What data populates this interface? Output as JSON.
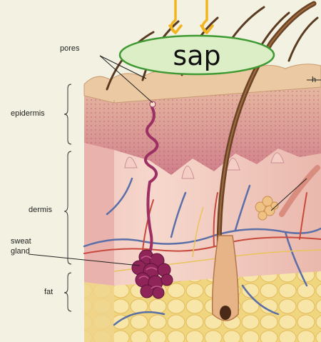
{
  "labels": {
    "pores": "pores",
    "epidermis": "epidermis",
    "dermis": "dermis",
    "sweat_gland_line1": "sweat",
    "sweat_gland_line2": "gland",
    "fat": "fat",
    "hair_partial": "h"
  },
  "callout": {
    "text": "sap",
    "fill_color": "#dbeec6",
    "border_color": "#3f9a33",
    "arrow_color": "#f2b51f"
  },
  "colors": {
    "background": "#f3f2e2",
    "epidermis_surface": "#e9c8a2",
    "epidermis": "#d8949c",
    "dermis": "#f3cdc2",
    "fat": "#f1d889",
    "sweat_gland": "#9c2f63",
    "hair": "#5b3a22",
    "vein": "#5a6fa8",
    "artery": "#c8493c"
  }
}
